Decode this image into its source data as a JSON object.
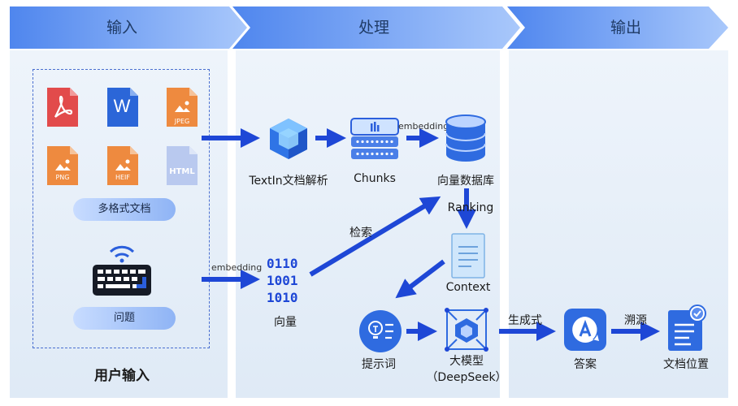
{
  "headers": {
    "input": "输入",
    "process": "处理",
    "output": "输出"
  },
  "input_panel": {
    "file_types": {
      "jpeg": "JPEG",
      "png": "PNG",
      "heif": "HEIF",
      "html": "HTML"
    },
    "word_letter": "W",
    "docs_pill": "多格式文档",
    "question_pill": "问题",
    "title": "用户输入"
  },
  "process": {
    "textin": "TextIn文档解析",
    "chunks": "Chunks",
    "vector_db": "向量数据库",
    "embedding_top": "embedding",
    "embedding_left": "embedding",
    "ranking": "Ranking",
    "search": "检索",
    "binary": [
      "0110",
      "1001",
      "1010"
    ],
    "vector": "向量",
    "context": "Context",
    "prompt": "提示词",
    "llm_name": "大模型",
    "llm_model": "（DeepSeek）"
  },
  "output": {
    "generate": "生成式",
    "trace": "溯源",
    "answer": "答案",
    "doc_position": "文档位置"
  },
  "colors": {
    "accent": "#1e47d6",
    "header": "#5b8def",
    "panel": "#e6eef8"
  }
}
